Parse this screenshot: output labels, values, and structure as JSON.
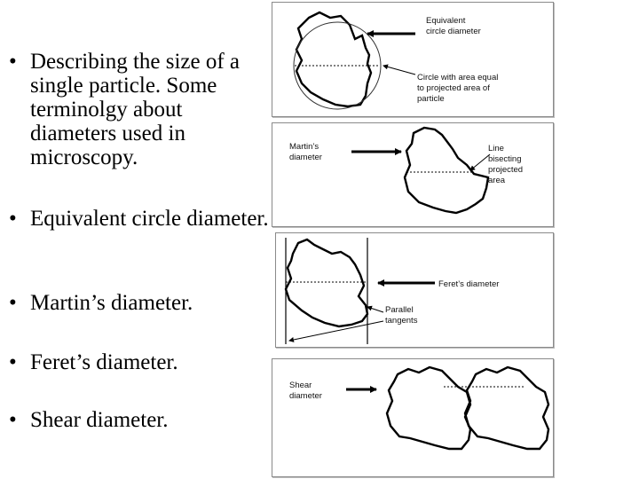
{
  "bullets": [
    {
      "text": "Describing the size of a single particle. Some terminolgy about diameters used in microscopy."
    },
    {
      "text": "Equivalent circle diameter."
    },
    {
      "text": "Martin’s diameter."
    },
    {
      "text": "Feret’s diameter."
    },
    {
      "text": "Shear diameter."
    }
  ],
  "bullet_glyph": "•",
  "figure": {
    "panel1": {
      "label_top_line1": "Equivalent",
      "label_top_line2": "circle diameter",
      "label_bottom_line1": "Circle with area equal",
      "label_bottom_line2": "to projected area of",
      "label_bottom_line3": "particle"
    },
    "panel2": {
      "label_left_line1": "Martin’s",
      "label_left_line2": "diameter",
      "label_right_line1": "Line",
      "label_right_line2": "bisecting",
      "label_right_line3": "projected",
      "label_right_line4": "area"
    },
    "panel3": {
      "label_right": "Feret’s diameter",
      "label_bottom_line1": "Parallel",
      "label_bottom_line2": "tangents"
    },
    "panel4": {
      "label_left_line1": "Shear",
      "label_left_line2": "diameter"
    }
  },
  "colors": {
    "text": "#000000",
    "panel_border": "#8a8a8a",
    "line": "#000000"
  }
}
